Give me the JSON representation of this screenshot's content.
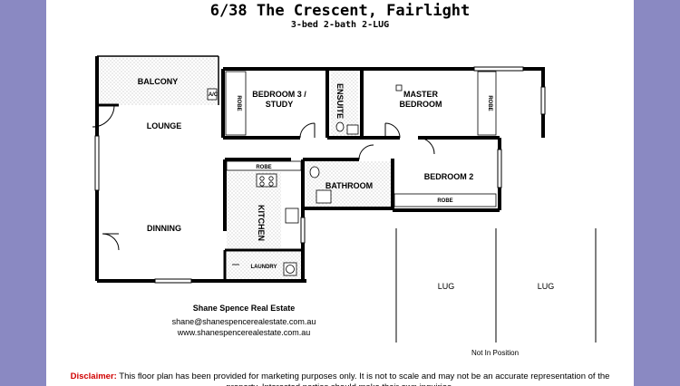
{
  "title": "6/38 The Crescent, Fairlight",
  "subtitle": "3-bed 2-bath 2-LUG",
  "rooms": {
    "balcony": "BALCONY",
    "ac": "A/C",
    "lounge": "LOUNGE",
    "dinning": "DINNING",
    "bedroom3_line1": "BEDROOM 3 /",
    "bedroom3_line2": "STUDY",
    "ensuite": "ENSUITE",
    "master_line1": "MASTER",
    "master_line2": "BEDROOM",
    "bedroom2": "BEDROOM 2",
    "bathroom": "BATHROOM",
    "kitchen": "KITCHEN",
    "laundry": "LAUNDRY",
    "robe": "ROBE"
  },
  "parking": {
    "lug_left": "LUG",
    "lug_right": "LUG",
    "note": "Not In Position"
  },
  "contact": {
    "agency": "Shane Spence Real Estate",
    "email": "shane@shanespencerealestate.com.au",
    "website": "www.shanespencerealestate.com.au"
  },
  "disclaimer": {
    "label": "Disclaimer:",
    "text": " This floor plan has been provided for marketing purposes only.  It is not to scale and may not be an accurate representation of the property.  Interested parties should make their own inquiries."
  },
  "colors": {
    "side_panels": "#8A89C2",
    "page": "#FFFFFF",
    "disclaimer_label": "#D00000"
  }
}
